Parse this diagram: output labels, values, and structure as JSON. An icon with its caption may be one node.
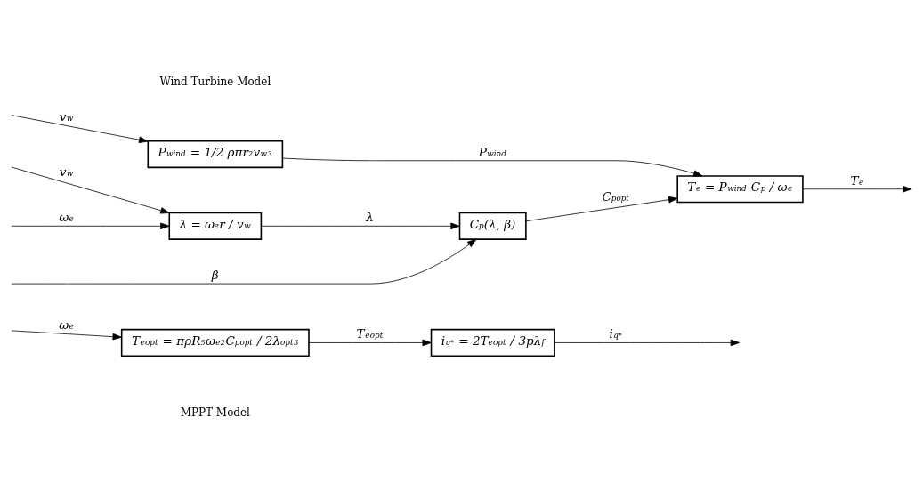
{
  "diagram": {
    "nodes": [
      {
        "text": [
          "P$_{wind}$ = 1/2 ρπr$^{2}$v$_{w}$$^{3}$"
        ]
      },
      {
        "text": [
          "T$_{e}$ = P$_{wind}$ C$_{p}$ / ω$_{e}$"
        ]
      },
      {
        "text": [
          "λ = ω$_{e}$r / v$_{w}$"
        ]
      },
      {
        "text": [
          "C$_{p}$(λ, β)"
        ]
      },
      {
        "text": [
          "T$_{e}$$_{opt}$ = πρR$^{5}$ω$_{e}$$^{2}$C$_{p}$$_{opt}$ / 2λ$_{opt}$$^{3}$"
        ]
      },
      {
        "text": [
          "i$_{q}$$^{*}$ = 2T$_{e}$$_{opt}$ / 3pλ$_{f}$"
        ]
      }
    ],
    "edges": [
      {
        "from": null,
        "to": 0,
        "arrow": "to",
        "label": "v$_{w}$"
      },
      {
        "from": 0,
        "to": 1,
        "arrow": "to",
        "label": "P$_{wind}$"
      },
      {
        "from": 3,
        "to": 1,
        "arrow": "to",
        "label": "C$_{p}$$_{opt}$"
      },
      {
        "from": 1,
        "to": null,
        "arrow": "to",
        "label": "T$_{e}$"
      },
      {
        "from": null,
        "to": 2,
        "arrow": "to",
        "label": "v$_{w}$"
      },
      {
        "from": null,
        "to": 2,
        "arrow": "to",
        "label": "ω$_{e}$"
      },
      {
        "from": 2,
        "to": 3,
        "arrow": "to",
        "label": "λ"
      },
      {
        "from": null,
        "to": 3,
        "arrow": "to",
        "label": "β"
      },
      {
        "from": null,
        "to": 4,
        "arrow": "to",
        "label": "ω$_{e}$"
      },
      {
        "from": 4,
        "to": 5,
        "arrow": "to",
        "label": "T$_{e}$$_{opt}$"
      },
      {
        "from": 5,
        "to": null,
        "arrow": "to",
        "label": "i$_{q}$$^{*}$"
      }
    ],
    "labels": [
      "Wind Turbine Model",
      "MPPT Model"
    ]
  }
}
